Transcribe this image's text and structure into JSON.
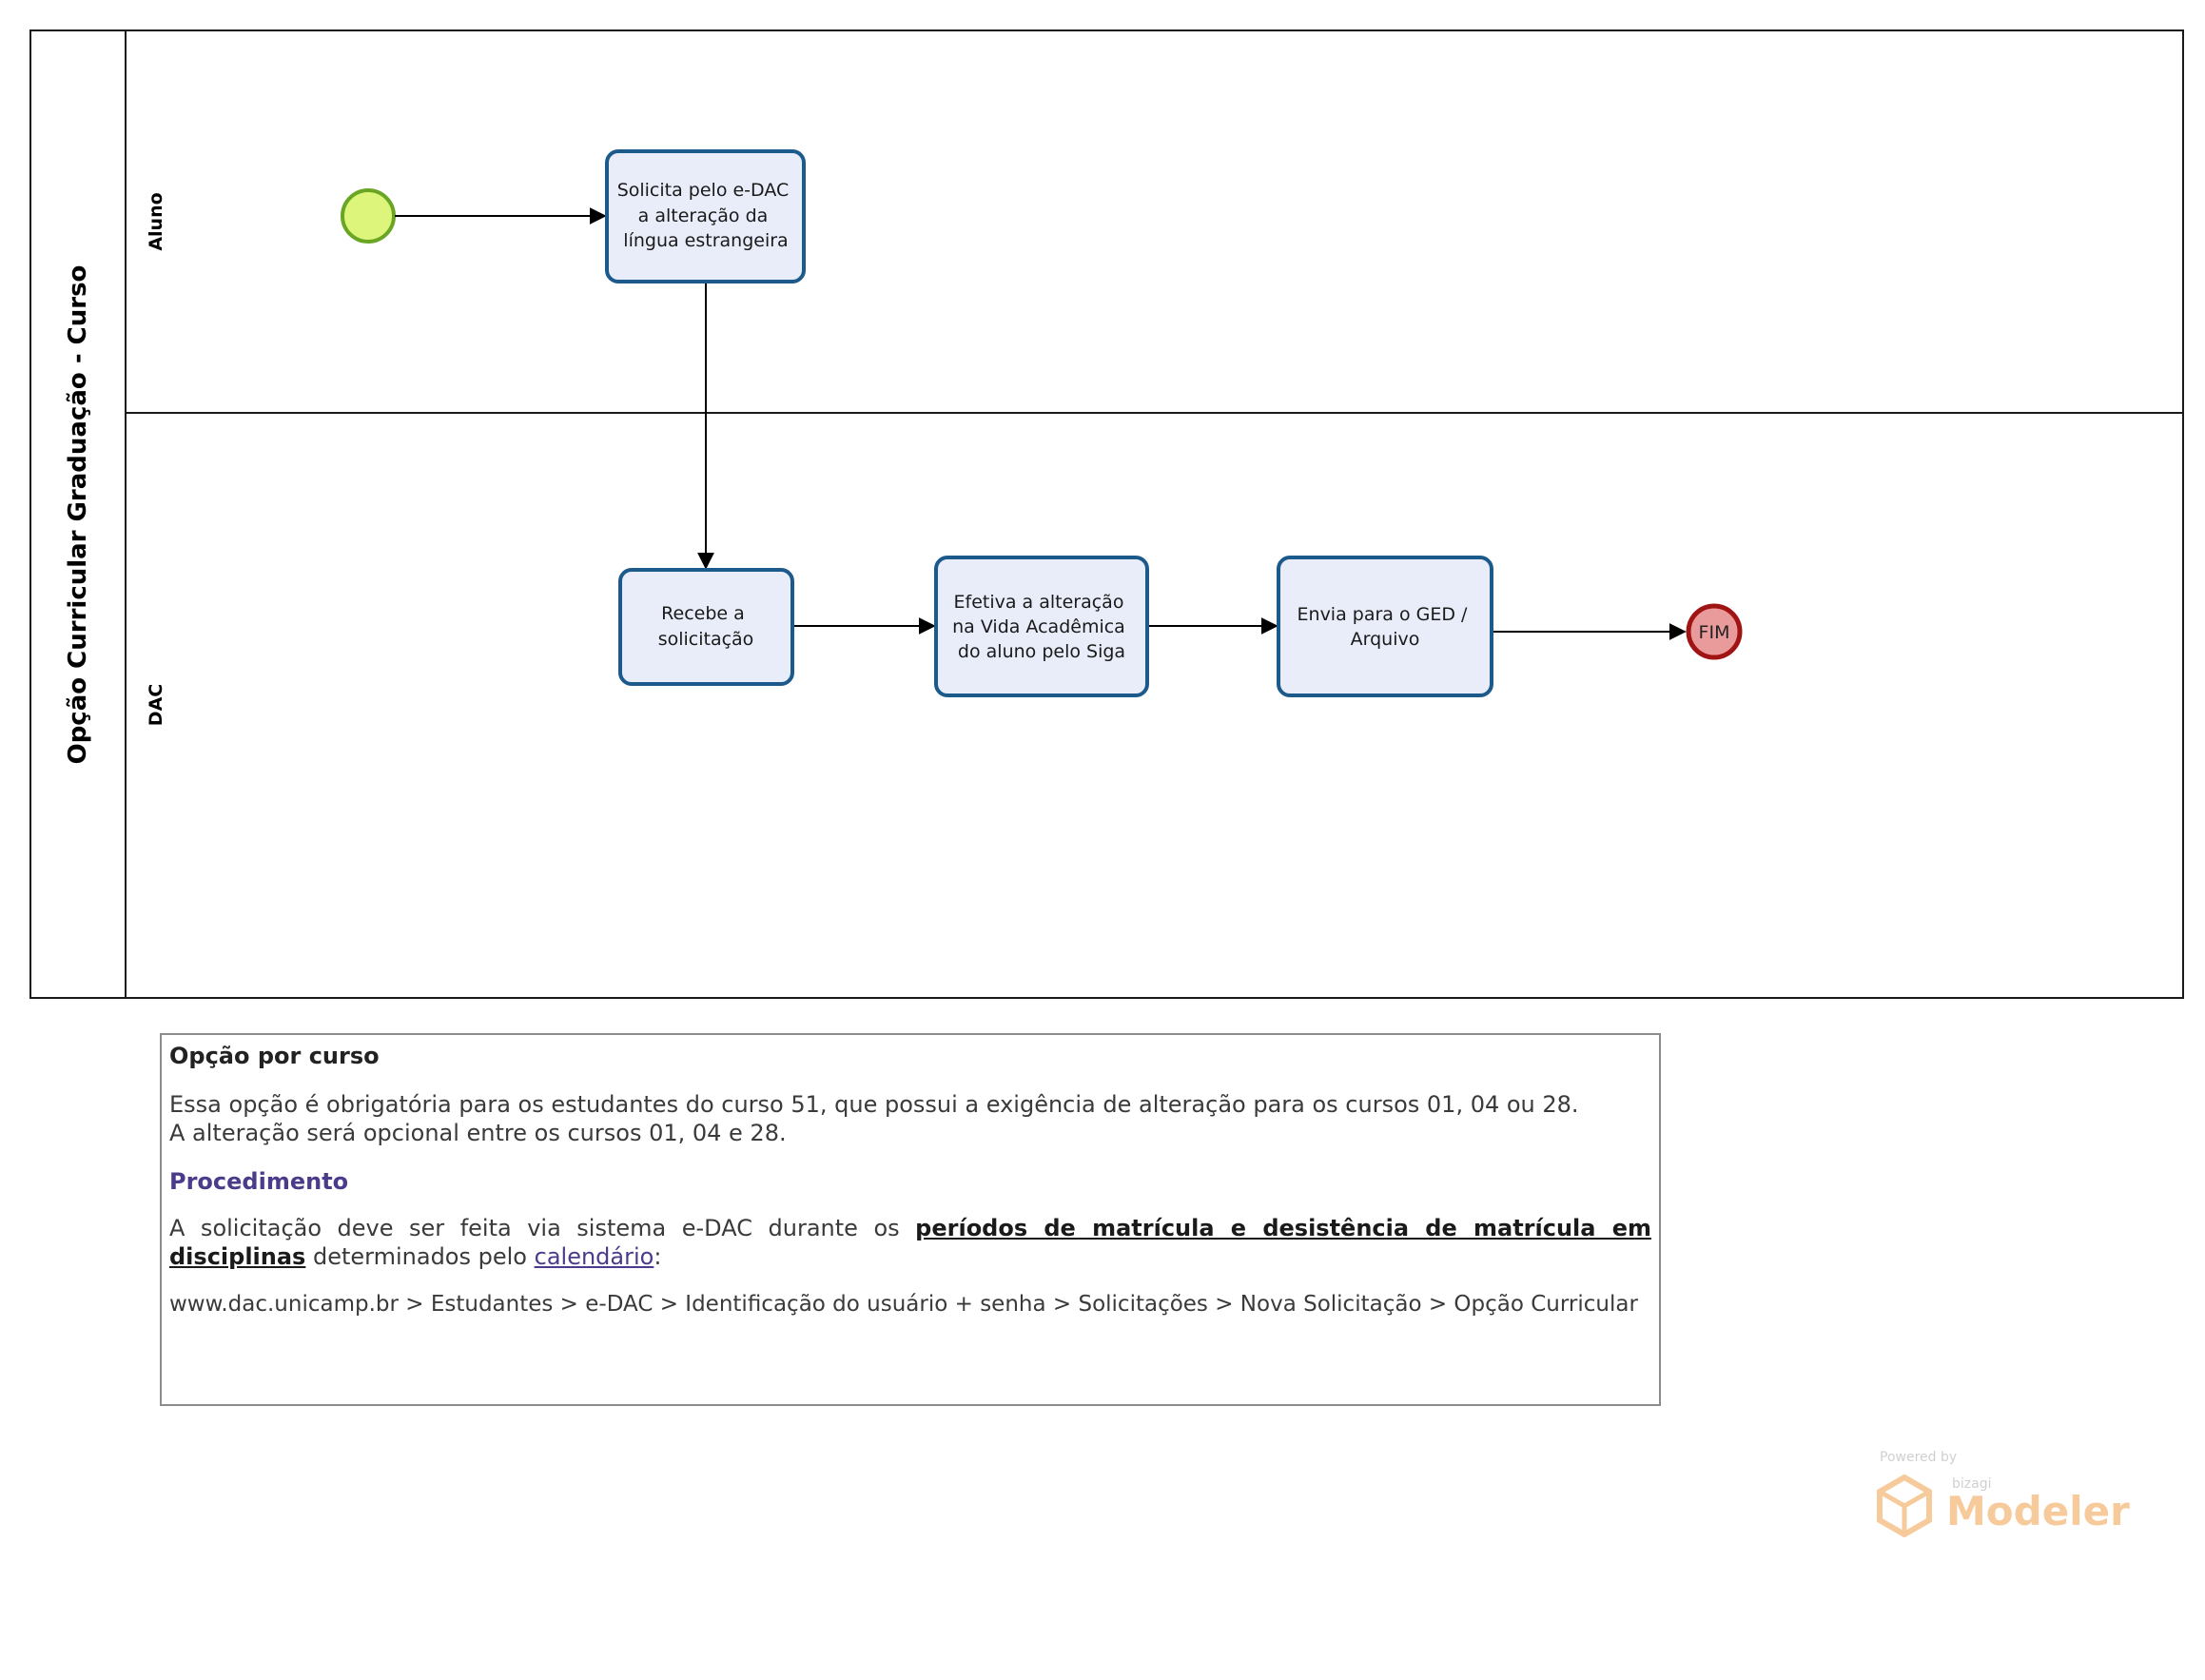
{
  "pool": {
    "title": "Opção Curricular Graduação - Curso"
  },
  "lanes": {
    "aluno": "Aluno",
    "dac": "DAC"
  },
  "tasks": {
    "solicita": [
      "Solicita pelo e-DAC",
      "a alteração da",
      "língua estrangeira"
    ],
    "recebe": [
      "Recebe a",
      "solicitação"
    ],
    "efetiva": [
      "Efetiva a alteração",
      "na Vida Acadêmica",
      "do aluno pelo Siga"
    ],
    "envia": [
      "Envia para o GED /",
      "Arquivo"
    ]
  },
  "events": {
    "end_label": "FIM"
  },
  "note": {
    "title": "Opção por curso",
    "line1": "Essa opção é obrigatória para os estudantes do curso 51, que possui a exigência de alteração para os cursos 01, 04 ou 28.",
    "line2": "A alteração será opcional entre os cursos 01, 04 e 28.",
    "procedure_title": "Procedimento",
    "procedure_prefix": "A solicitação deve ser feita via sistema e-DAC durante os",
    "procedure_bold": "períodos de matrícula e desistência de matrícula em disciplinas",
    "procedure_middle": "determinados pelo",
    "procedure_link": "calendário",
    "procedure_suffix": ":",
    "path": "www.dac.unicamp.br > Estudantes > e-DAC > Identificação do usuário + senha > Solicitações > Nova Solicitação > Opção Curricular"
  },
  "watermark": {
    "powered": "Powered by",
    "brand": "bizagi",
    "product": "Modeler"
  },
  "colors": {
    "task_fill": "#e8edf9",
    "task_stroke": "#1c5a8c",
    "start_fill": "#dcf57a",
    "start_stroke": "#6aa624",
    "end_fill": "#e99a9a",
    "end_stroke": "#a11414",
    "note_link": "#4b3b8a"
  }
}
